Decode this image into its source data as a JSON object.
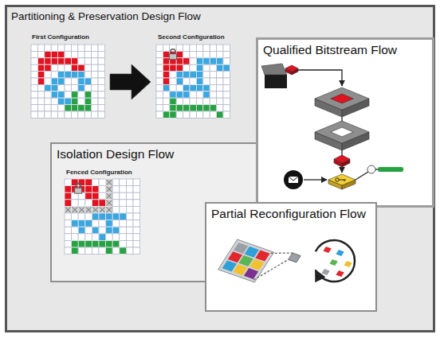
{
  "diagram": {
    "nodes": [
      {
        "text": [
          "Partitioning & Preservation Design Flow"
        ]
      },
      {
        "text": [
          "Qualified Bitstream Flow"
        ],
        "in": 0
      },
      {
        "text": [
          "Isolation Design Flow"
        ],
        "in": 0
      },
      {
        "text": [
          "Partial Reconfiguration Flow"
        ],
        "in": 0
      }
    ],
    "labels": [
      "First Configuration",
      "Second Configuration",
      "Fenced Configuration"
    ]
  }
}
